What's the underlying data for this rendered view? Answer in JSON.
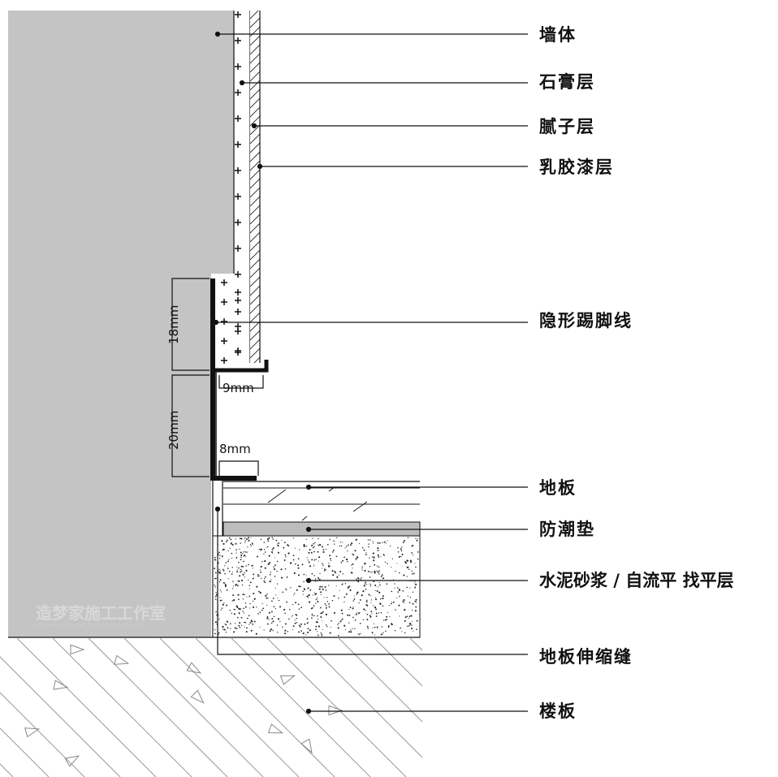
{
  "labels": {
    "wall": "墙体",
    "gypsum": "石膏层",
    "putty": "腻子层",
    "latex_paint": "乳胶漆层",
    "hidden_skirting": "隐形踢脚线",
    "floor": "地板",
    "moisture_pad": "防潮垫",
    "leveling_layer": "水泥砂浆 / 自流平 找平层",
    "expansion_joint": "地板伸缩缝",
    "slab": "楼板"
  },
  "dimensions": {
    "d18": "18mm",
    "d9": "9mm",
    "d20": "20mm",
    "d8": "8mm"
  },
  "watermark": {
    "title": "造梦家施工工作室",
    "subtitle": "ZAO MENG JIA SHI GONG GONG ZUO SHI"
  },
  "colors": {
    "wall_fill": "#c4c4c4",
    "line": "#111111",
    "slab_hatch": "#9a9a9a",
    "moisture_pad": "#bdbdbd"
  }
}
